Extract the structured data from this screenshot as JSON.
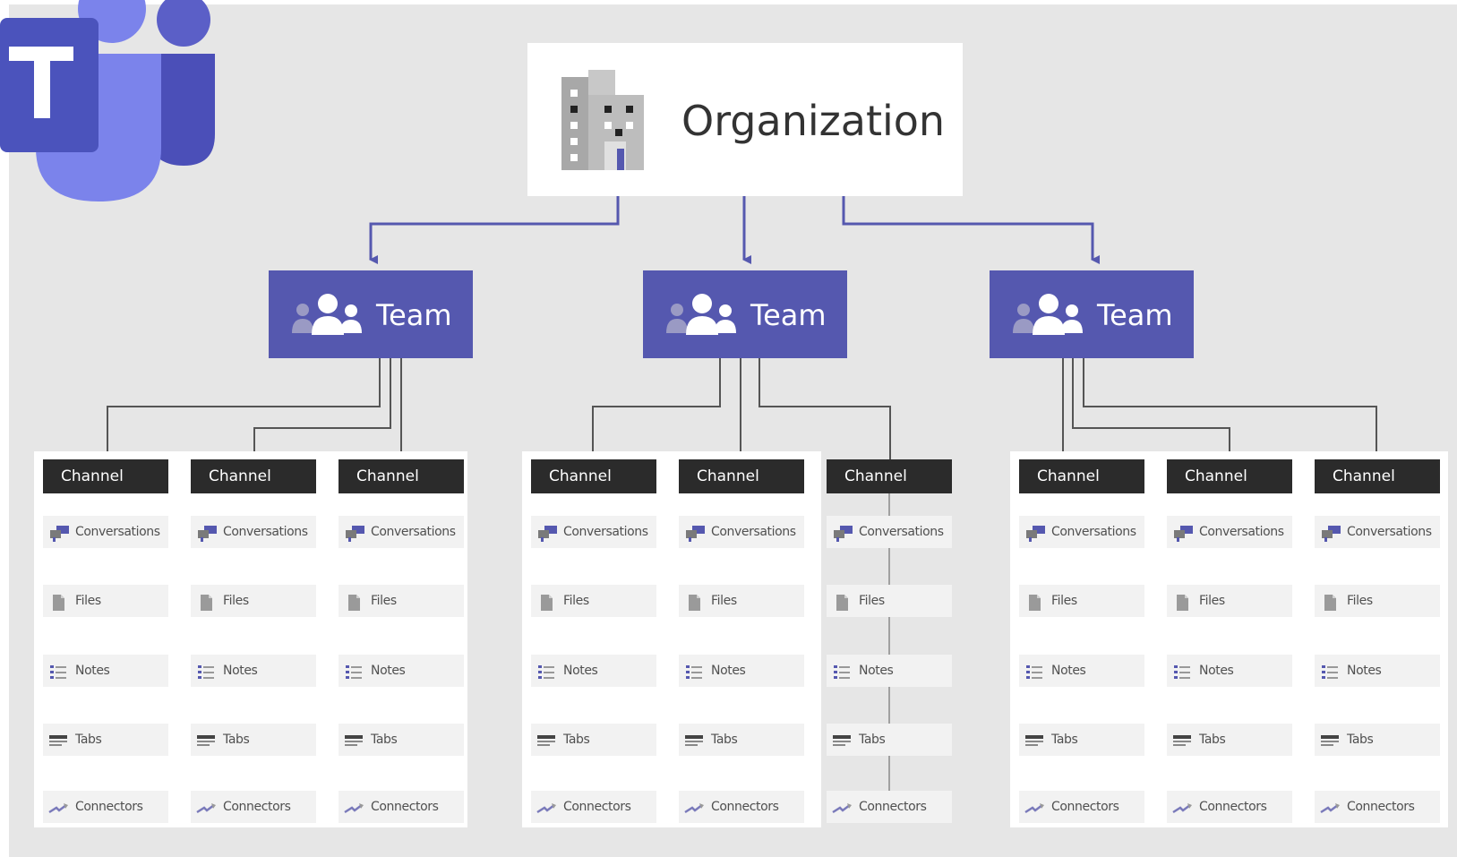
{
  "organization": {
    "label": "Organization"
  },
  "teams": [
    {
      "label": "Team",
      "channels": [
        {
          "label": "Channel",
          "features": [
            "Conversations",
            "Files",
            "Notes",
            "Tabs",
            "Connectors"
          ]
        },
        {
          "label": "Channel",
          "features": [
            "Conversations",
            "Files",
            "Notes",
            "Tabs",
            "Connectors"
          ]
        },
        {
          "label": "Channel",
          "features": [
            "Conversations",
            "Files",
            "Notes",
            "Tabs",
            "Connectors"
          ]
        }
      ]
    },
    {
      "label": "Team",
      "channels": [
        {
          "label": "Channel",
          "features": [
            "Conversations",
            "Files",
            "Notes",
            "Tabs",
            "Connectors"
          ]
        },
        {
          "label": "Channel",
          "features": [
            "Conversations",
            "Files",
            "Notes",
            "Tabs",
            "Connectors"
          ]
        },
        {
          "label": "Channel",
          "features": [
            "Conversations",
            "Files",
            "Notes",
            "Tabs",
            "Connectors"
          ]
        }
      ]
    },
    {
      "label": "Team",
      "channels": [
        {
          "label": "Channel",
          "features": [
            "Conversations",
            "Files",
            "Notes",
            "Tabs",
            "Connectors"
          ]
        },
        {
          "label": "Channel",
          "features": [
            "Conversations",
            "Files",
            "Notes",
            "Tabs",
            "Connectors"
          ]
        },
        {
          "label": "Channel",
          "features": [
            "Conversations",
            "Files",
            "Notes",
            "Tabs",
            "Connectors"
          ]
        }
      ]
    }
  ],
  "feature_icons": [
    "chat-icon",
    "file-icon",
    "notes-icon",
    "tabs-icon",
    "connector-icon"
  ],
  "logo": {
    "name": "microsoft-teams-logo",
    "letter": "T"
  },
  "colors": {
    "accent": "#5558af",
    "channel_bar": "#2b2b2b",
    "background": "#e6e6e6",
    "feature_bg": "#f2f2f2"
  }
}
